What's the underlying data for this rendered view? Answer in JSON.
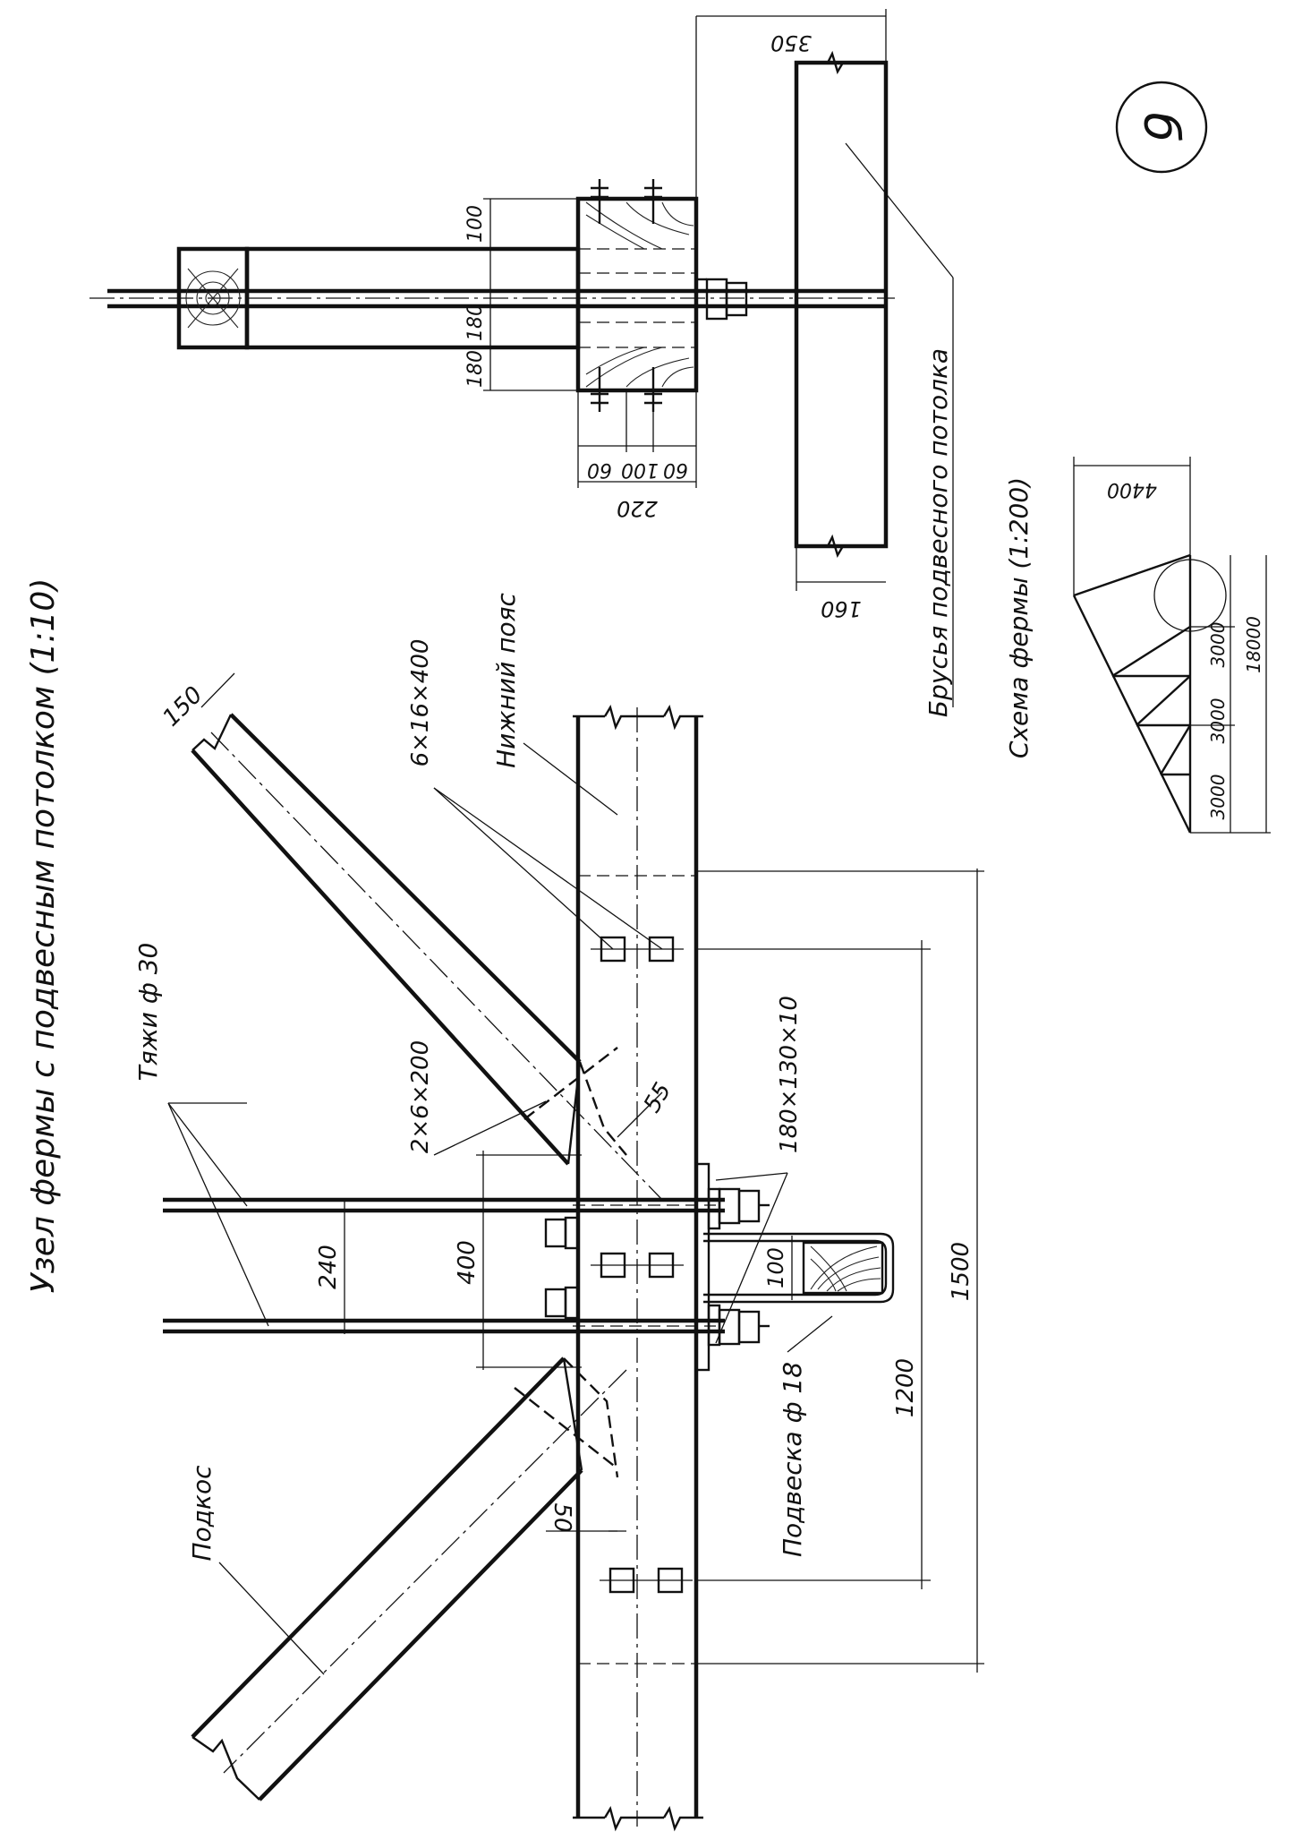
{
  "sheet_number": "б",
  "title": "Узел фермы с подвесным потолком (1:10)",
  "labels": {
    "tyazhi": "Тяжи ф 30",
    "podkos": "Подкос",
    "nizhniy_poyas": "Нижний пояс",
    "podveska": "Подвеска ф 18",
    "brusya": "Брусья подвесного потолка",
    "schema": "Схема фермы (1:200)",
    "plate_6x16x400": "6×16×400",
    "plate_2x6x200": "2×6×200",
    "washer_180x130x10": "180×130×10"
  },
  "dimensions": {
    "d150": "150",
    "d55": "55",
    "d50": "50",
    "d240": "240",
    "d400": "400",
    "d100_main": "100",
    "d1200": "1200",
    "d1500": "1500",
    "d350": "350",
    "d100_side": "100",
    "d180_a": "180",
    "d180_b": "180",
    "d60_a": "60",
    "d100_b": "100",
    "d60_b": "60",
    "d220": "220",
    "d160": "160",
    "d4400": "4400",
    "d3000_a": "3000",
    "d3000_b": "3000",
    "d3000_c": "3000",
    "d18000": "18000"
  },
  "colors": {
    "ink": "#111111",
    "paper": "#ffffff"
  }
}
